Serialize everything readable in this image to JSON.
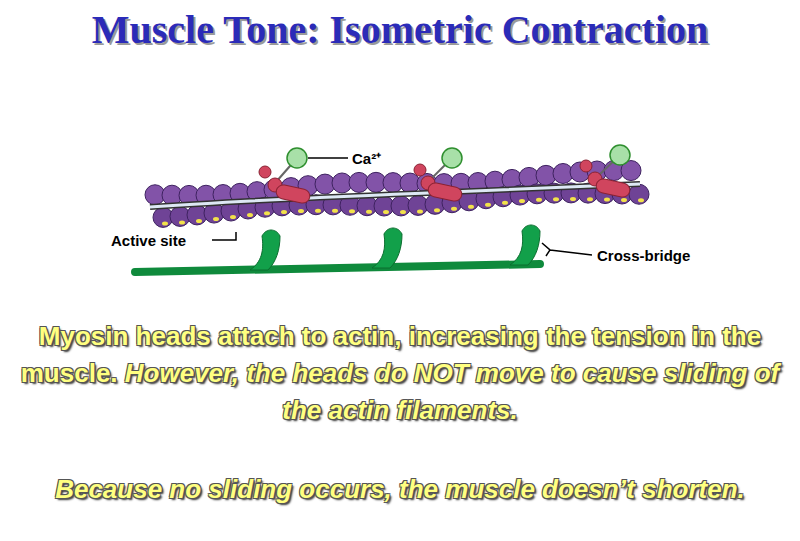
{
  "diagram": {
    "title": "Muscle Tone:  Isometric Contraction",
    "labels": [
      "Ca²⁺",
      "Active site",
      "Cross-bridge",
      "Myosin heads attach to actin, increasing the tension in the muscle.",
      "However, the heads do NOT move to cause sliding of the actin filaments.",
      "Because no sliding occurs, the muscle doesn’t shorten."
    ]
  }
}
